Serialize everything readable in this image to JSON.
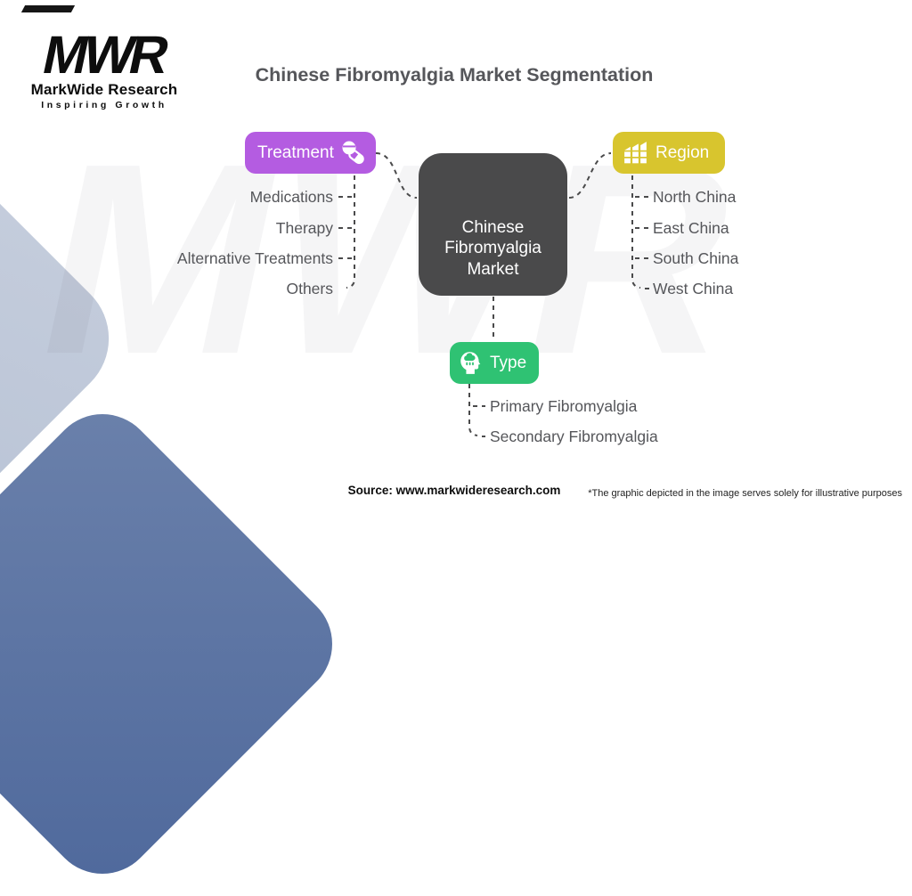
{
  "logo": {
    "acronym": "MWR",
    "name": "MarkWide Research",
    "tagline": "Inspiring Growth"
  },
  "title": "Chinese Fibromyalgia Market Segmentation",
  "watermark": "MWR",
  "center_node": {
    "label": "Chinese Fibromyalgia Market",
    "lines": [
      "Chinese",
      "Fibromyalgia",
      "Market"
    ],
    "color": "#4a4a4b"
  },
  "branches": [
    {
      "id": "treatment",
      "label": "Treatment",
      "icon": "pills-icon",
      "color": "#b45ce1",
      "items": [
        "Medications",
        "Therapy",
        "Alternative Treatments",
        "Others"
      ]
    },
    {
      "id": "region",
      "label": "Region",
      "icon": "buildings-icon",
      "color": "#d8c52e",
      "items": [
        "North China",
        "East China",
        "South China",
        "West China"
      ]
    },
    {
      "id": "type",
      "label": "Type",
      "icon": "brain-head-icon",
      "color": "#2fc273",
      "items": [
        "Primary Fibromyalgia",
        "Secondary Fibromyalgia"
      ]
    }
  ],
  "footer": {
    "source": "Source: www.markwideresearch.com",
    "disclaimer": "*The graphic depicted in the image serves solely for illustrative purposes"
  }
}
